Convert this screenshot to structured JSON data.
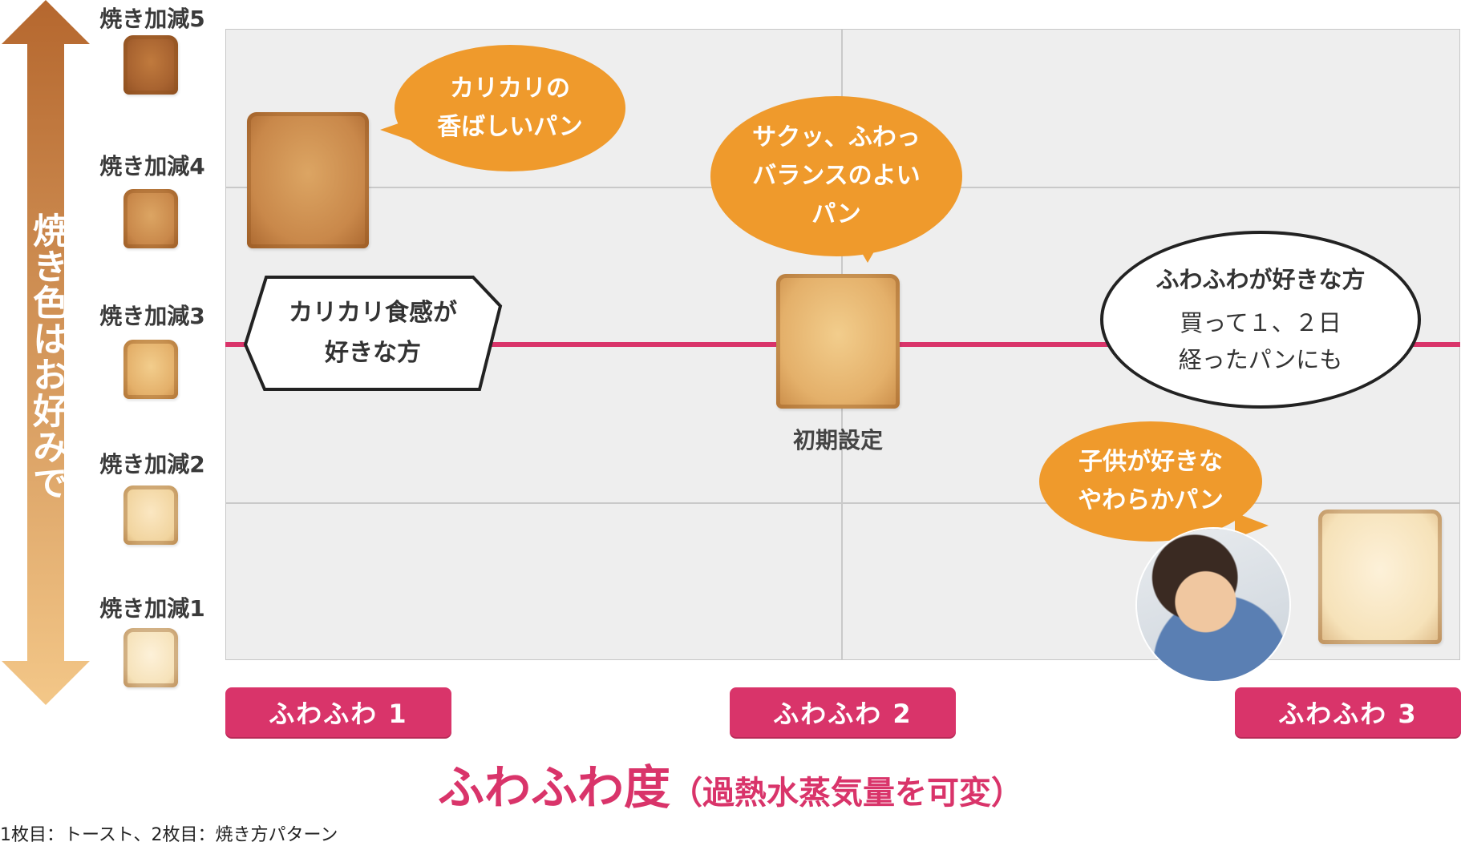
{
  "vertical_axis": {
    "label": "焼き色はお好みで",
    "levels": [
      "焼き加減5",
      "焼き加減4",
      "焼き加減3",
      "焼き加減2",
      "焼き加減1"
    ]
  },
  "bubbles": {
    "crispy": "カリカリの\n香ばしいパン",
    "balanced": "サクッ、ふわっ\nバランスのよい\nパン",
    "crispy_fan": "カリカリ食感が\n好きな方",
    "fluffy_title": "ふわふわが好きな方",
    "fluffy_body": "買って１、２日\n経ったパンにも",
    "kids": "子供が好きな\nやわらかパン"
  },
  "default_label": "初期設定",
  "x_categories": [
    "ふわふわ 1",
    "ふわふわ 2",
    "ふわふわ 3"
  ],
  "x_title": {
    "main": "ふわふわ度",
    "sub": "（過熱水蒸気量を可変）"
  },
  "caption": "1枚目：トースト、2枚目：焼き方パターン",
  "colors": {
    "accent_pink": "#d9346a",
    "bubble_orange": "#ef9a2c",
    "arrow_top": "#b5672e",
    "arrow_bottom": "#f3c788"
  }
}
